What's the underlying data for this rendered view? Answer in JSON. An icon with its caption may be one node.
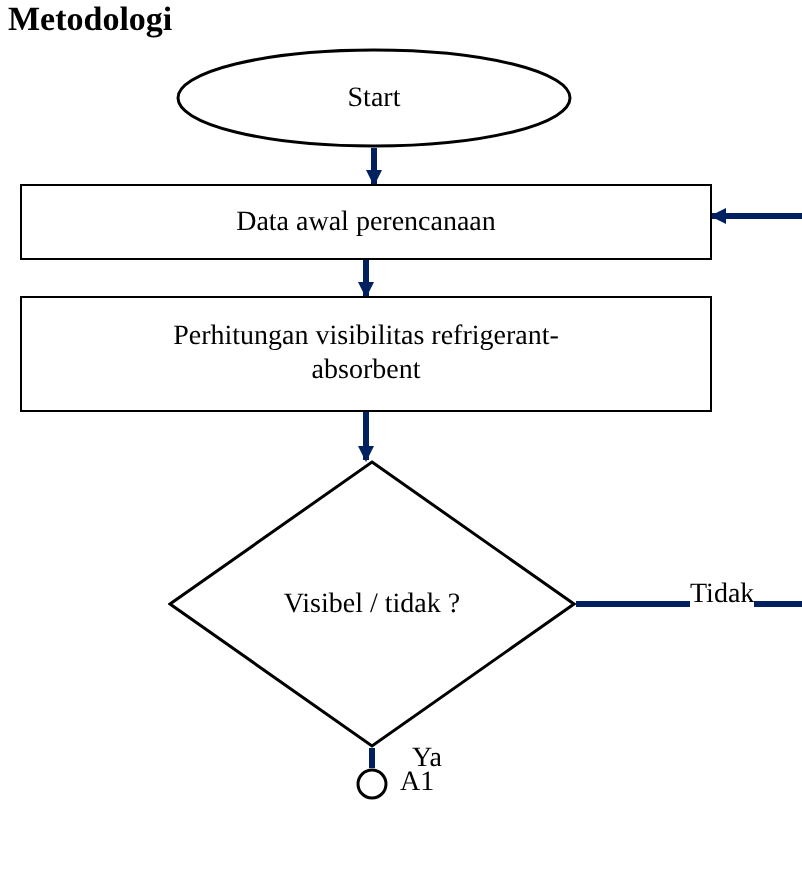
{
  "diagram": {
    "title": "Metodologi",
    "nodes": [
      {
        "text": [
          "Start"
        ]
      },
      {
        "text": [
          "Data awal perencanaan"
        ]
      },
      {
        "text": [
          "Perhitungan visibilitas refrigerant-absorbent"
        ]
      },
      {
        "text": [
          "Visibel / tidak ?"
        ]
      },
      {
        "text": [],
        "shape": "circle",
        "beside": [
          "A1"
        ]
      }
    ],
    "edges": [
      {
        "from": 0,
        "to": 1,
        "arrow": "to"
      },
      {
        "from": null,
        "to": 1,
        "arrow": "to"
      },
      {
        "from": 1,
        "to": 2,
        "arrow": "to"
      },
      {
        "from": 2,
        "to": 3,
        "arrow": "to"
      },
      {
        "from": 3,
        "to": null,
        "arrow": "none",
        "label": "Tidak"
      },
      {
        "from": 3,
        "to": 4,
        "arrow": "none",
        "label": "Ya"
      }
    ]
  }
}
